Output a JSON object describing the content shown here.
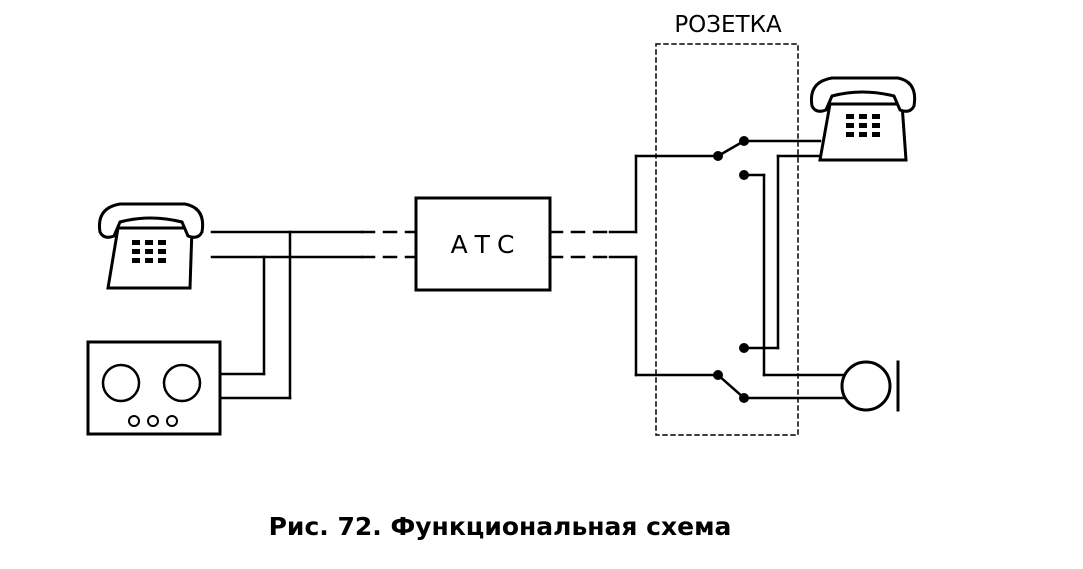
{
  "diagram": {
    "socket_label": "РОЗЕТКА",
    "exchange_label": "АТС",
    "caption": "Рис. 72. Функциональная схема"
  }
}
